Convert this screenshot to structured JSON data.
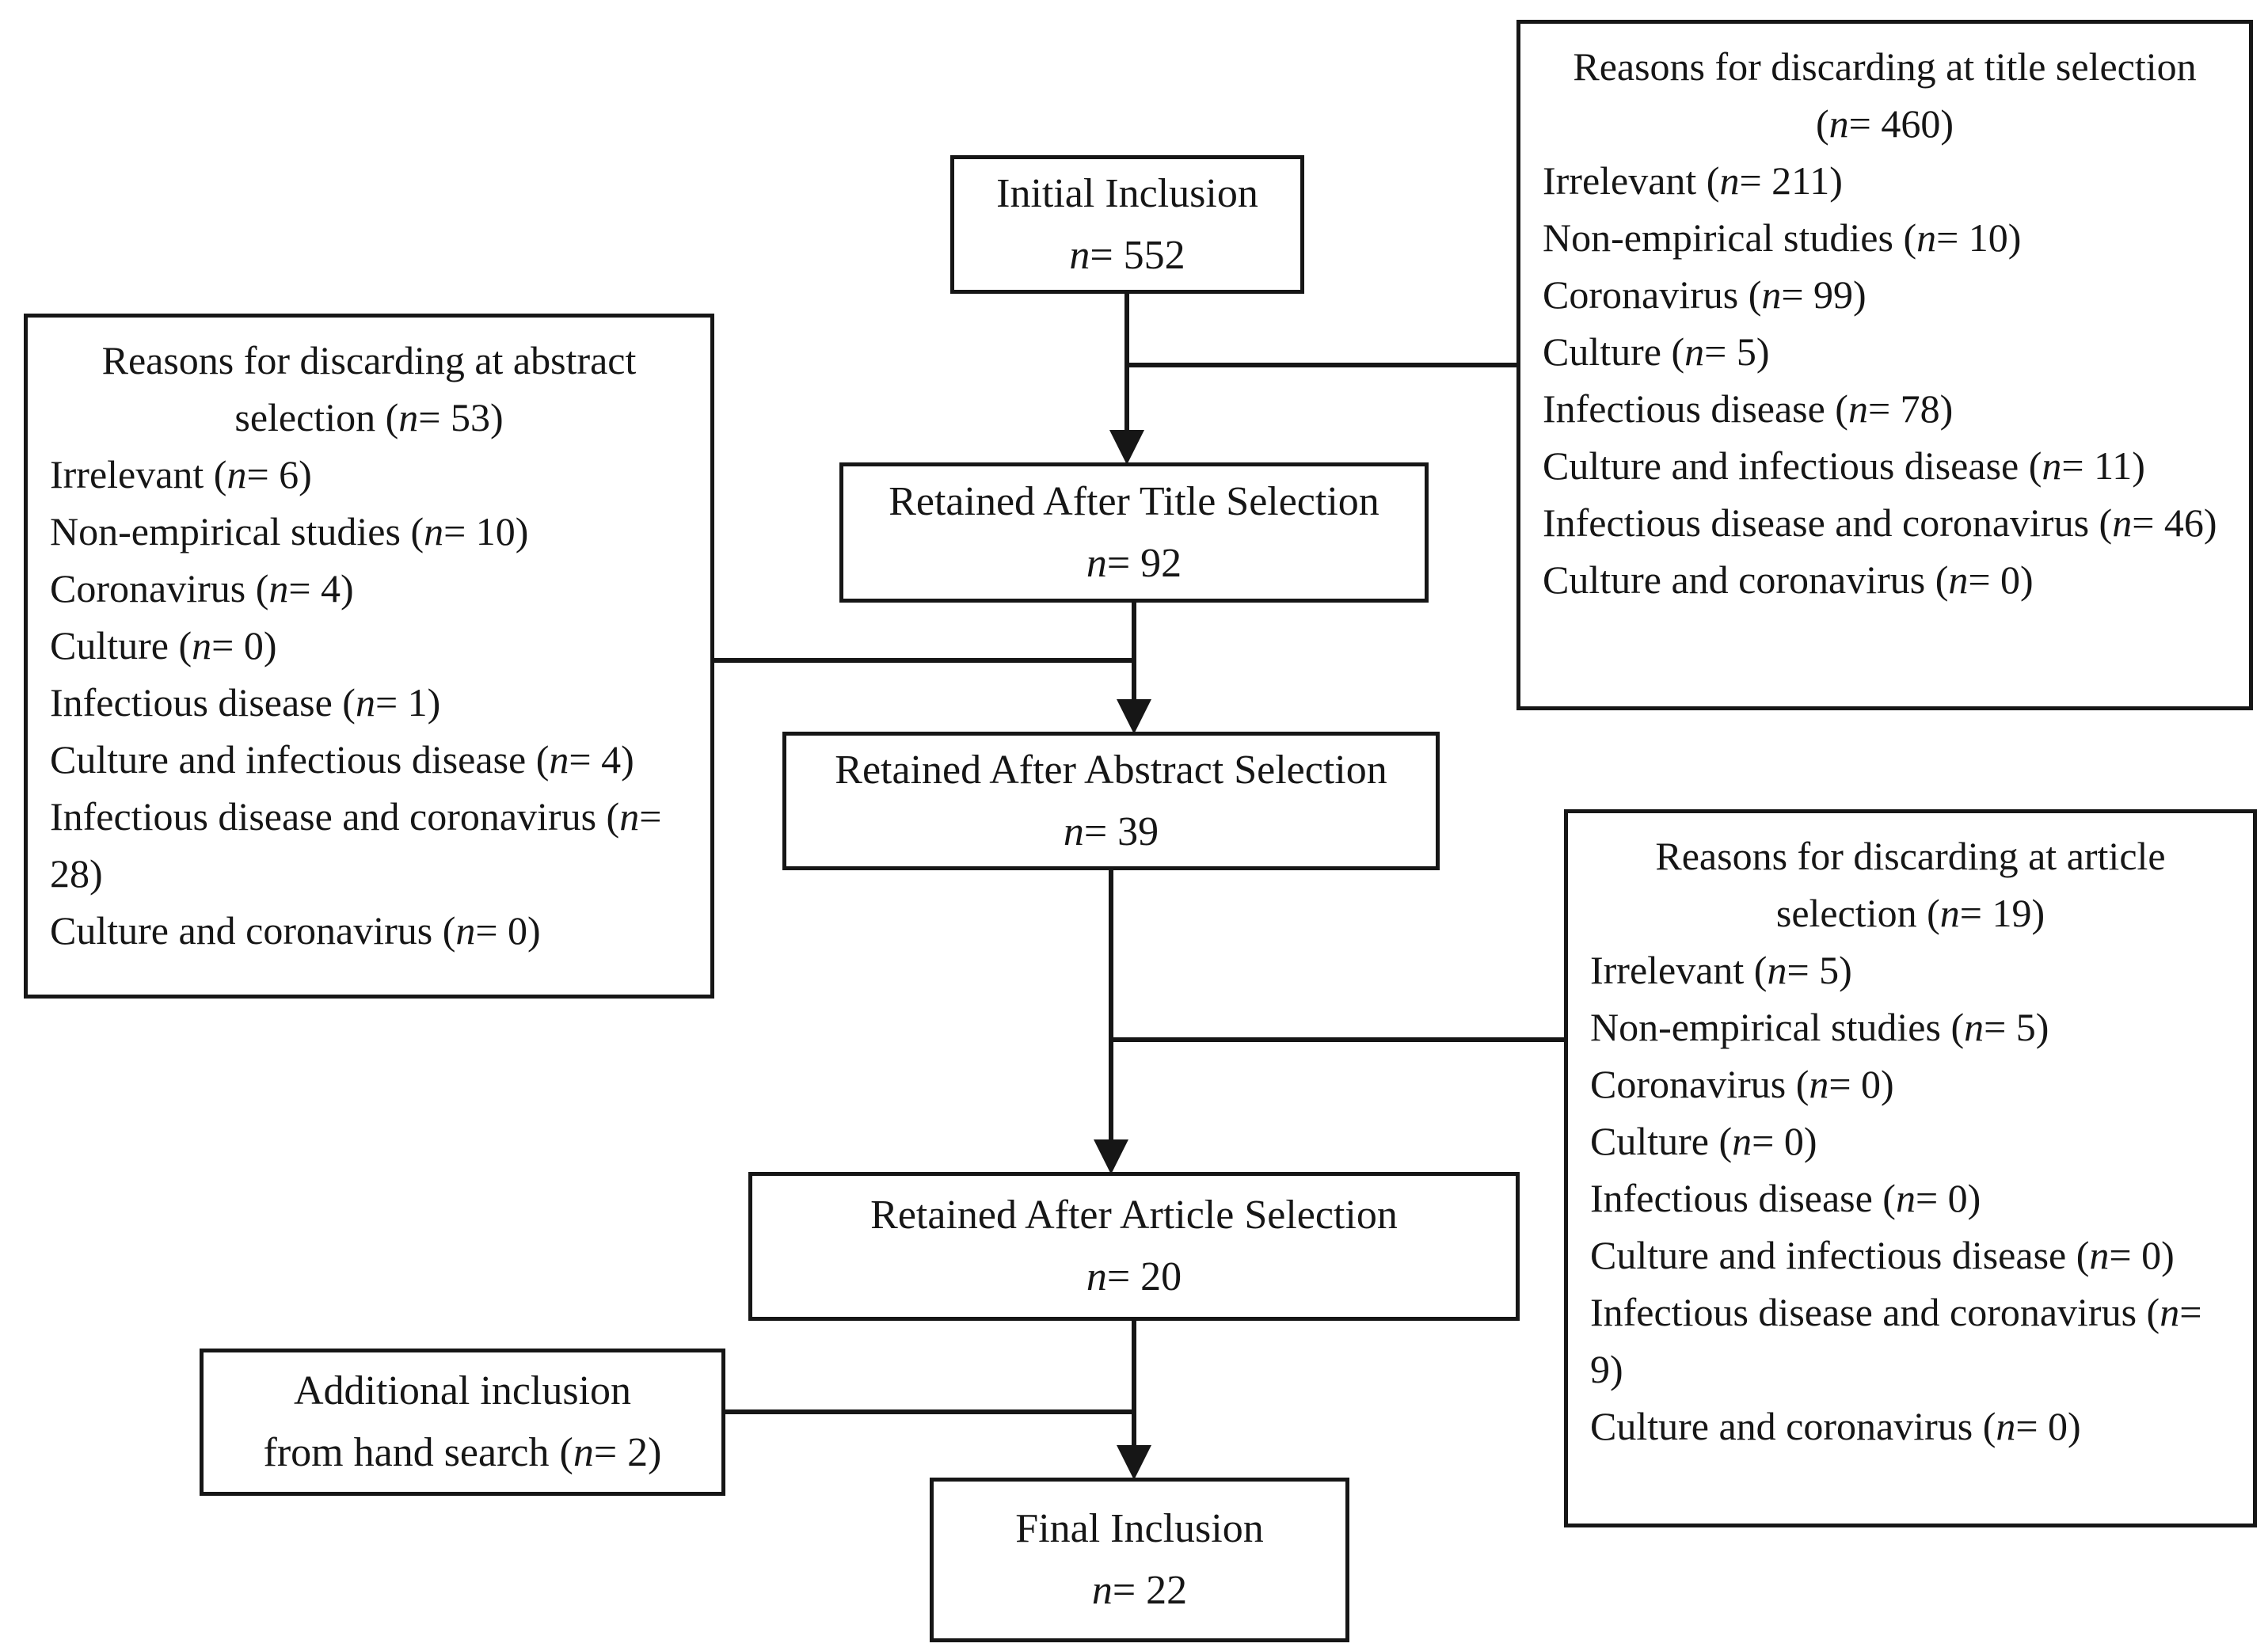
{
  "colors": {
    "background": "#ffffff",
    "line": "#161616",
    "text": "#161616"
  },
  "flow": {
    "initial": {
      "label": "Initial Inclusion",
      "count": "n= 552"
    },
    "retained_title": {
      "label": "Retained After Title Selection",
      "count": "n= 92"
    },
    "retained_abstract": {
      "label": "Retained After Abstract Selection",
      "count": "n= 39"
    },
    "retained_article": {
      "label": "Retained After Article Selection",
      "count": "n= 20"
    },
    "additional": {
      "label": "Additional inclusion",
      "count": "from hand search (n= 2)"
    },
    "final": {
      "label": "Final Inclusion",
      "count": "n= 22"
    }
  },
  "reasons": {
    "title": {
      "heading": "Reasons for discarding at title selection (n= 460)",
      "items": [
        "Irrelevant (n= 211)",
        "Non-empirical studies (n= 10)",
        "Coronavirus (n= 99)",
        "Culture (n= 5)",
        "Infectious disease (n= 78)",
        "Culture and infectious disease (n= 11)",
        "Infectious disease and coronavirus (n= 46)",
        "Culture and coronavirus (n= 0)"
      ]
    },
    "abstract": {
      "heading": "Reasons for discarding at abstract selection (n= 53)",
      "items": [
        "Irrelevant (n= 6)",
        "Non-empirical studies (n= 10)",
        "Coronavirus (n= 4)",
        "Culture (n= 0)",
        "Infectious disease (n= 1)",
        "Culture and infectious disease (n= 4)",
        "Infectious disease and coronavirus (n= 28)",
        "Culture and coronavirus (n= 0)"
      ]
    },
    "article": {
      "heading": "Reasons for discarding at article selection (n= 19)",
      "items": [
        "Irrelevant (n= 5)",
        "Non-empirical studies (n= 5)",
        "Coronavirus (n= 0)",
        "Culture (n= 0)",
        "Infectious disease (n= 0)",
        "Culture and infectious disease (n= 0)",
        "Infectious disease and coronavirus (n= 9)",
        "Culture and coronavirus (n= 0)"
      ]
    }
  }
}
